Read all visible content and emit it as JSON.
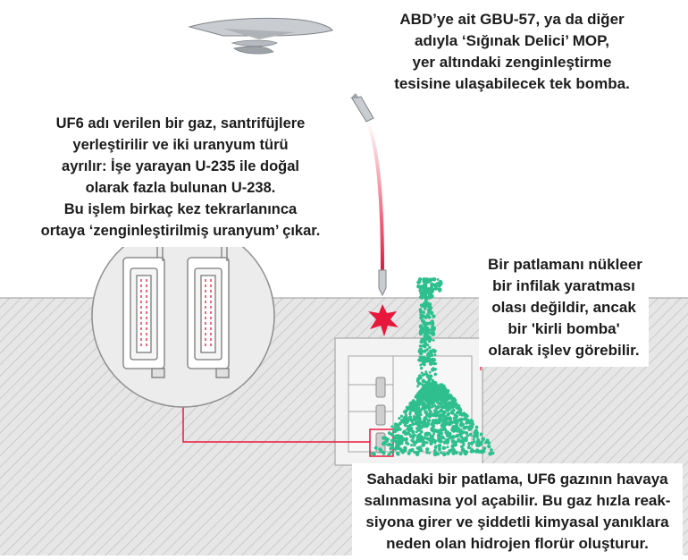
{
  "labels": {
    "bomb": [
      "ABD’ye ait GBU-57, ya da diğer",
      "adıyla ‘Sığınak Delici’ MOP,",
      "yer altındaki zenginleştirme",
      "tesisine ulaşabilecek tek bomba."
    ],
    "uf6": [
      "UF6 adı verilen bir gaz, santrifüjlere",
      "yerleştirilir ve iki uranyum türü",
      "ayrılır: İşe yarayan U-235 ile doğal",
      "olarak fazla bulunan U-238.",
      "Bu işlem birkaç kez tekrarlanınca",
      "ortaya ‘zenginleştirilmiş uranyum’ çıkar."
    ],
    "dirty_bomb": [
      "Bir patlamanı nükleer",
      "bir infilak yaratması",
      "olası değildir, ancak",
      "bir 'kirli bomba'",
      "olarak işlev görebilir."
    ],
    "fire": [
      "Sahadaki bir patlama, UF6 gazının havaya",
      "salınmasına yol açabilir. Bu gaz hızla reak-",
      "siyona girer ve şiddetli kimyasal yanıklara",
      "neden olan hidrojen florür oluşturur."
    ]
  },
  "colors": {
    "ground": "#e6e6e6",
    "hatch": "#b4b4b4",
    "trail": "#e8183c",
    "gas": "#2fbf8f",
    "explosion": "#e8183c",
    "facility": "#f2f2f2",
    "outline": "#8a8a8a"
  }
}
